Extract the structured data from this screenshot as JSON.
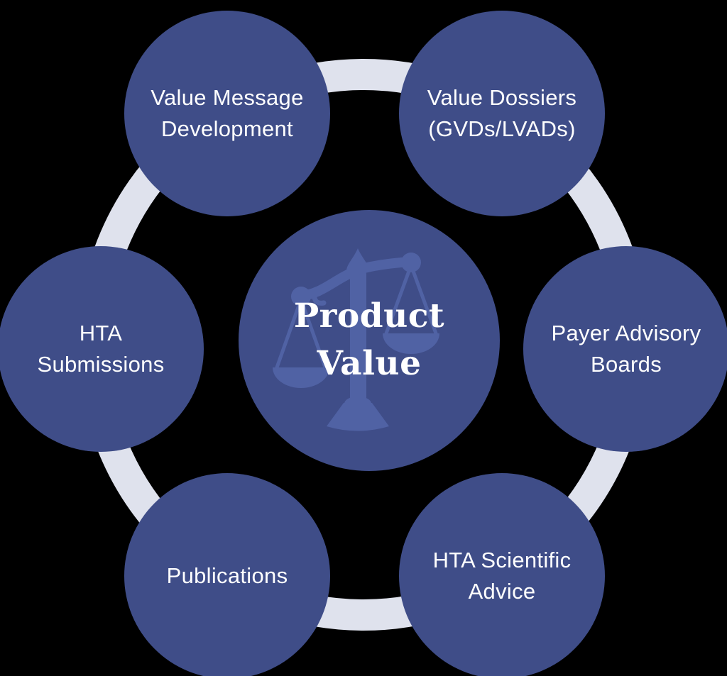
{
  "diagram": {
    "title_semantic": "product-value-wheel",
    "colors": {
      "background": "#000000",
      "circle_fill": "#3f4d88",
      "ring_fill": "#dfe2ed",
      "icon_fill": "#5062a4",
      "text": "#ffffff"
    },
    "center": {
      "label": "Product\nValue",
      "icon": "scales-of-justice-icon"
    },
    "nodes": [
      {
        "id": "value-message-development",
        "label": "Value Message\nDevelopment",
        "position": "top-left"
      },
      {
        "id": "value-dossiers",
        "label": "Value Dossiers\n(GVDs/LVADs)",
        "position": "top-right"
      },
      {
        "id": "payer-advisory-boards",
        "label": "Payer Advisory\nBoards",
        "position": "right"
      },
      {
        "id": "hta-scientific-advice",
        "label": "HTA Scientific\nAdvice",
        "position": "bottom-right"
      },
      {
        "id": "publications",
        "label": "Publications",
        "position": "bottom-left"
      },
      {
        "id": "hta-submissions",
        "label": "HTA\nSubmissions",
        "position": "left"
      }
    ]
  }
}
